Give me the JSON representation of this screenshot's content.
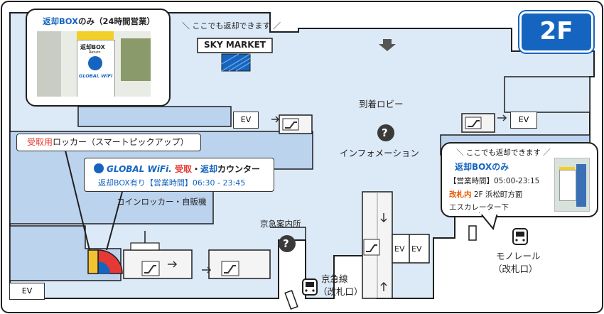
{
  "floor_badge": "2F",
  "sky_market": {
    "label": "SKY MARKET",
    "note": "＼ ここでも返却できます ／"
  },
  "top_left_bubble": {
    "title_blue": "返却BOX",
    "title_rest": "のみ（24時間営業）",
    "photo": {
      "box_label": "返却BOX",
      "box_sublabel": "Return",
      "box_brand": "GLOBAL WiFi"
    }
  },
  "locker_label": {
    "red": "受取用",
    "rest": "ロッカー（スマートピックアップ）"
  },
  "counter_label": {
    "brand": "GLOBAL WiFi.",
    "red": "受取",
    "dot": "・",
    "blue": "返却",
    "rest": "カウンター",
    "line2": "返却BOX有り【営業時間】06:30 - 23:45"
  },
  "right_bubble": {
    "note": "＼ ここでも返却できます ／",
    "title": "返却BOXのみ",
    "hours": "【営業時間】05:00-23:15",
    "location_red": "改札内",
    "location_rest": " 2F 浜松町方面",
    "escalator": "エスカレーター下"
  },
  "places": {
    "arrival_lobby": "到着ロビー",
    "information": "インフォメーション",
    "coin_locker": "コインロッカー・自販機",
    "keikyu_info": "京急案内所",
    "keikyu_line": "京急線",
    "keikyu_gate": "（改札口）",
    "monorail": "モノレール",
    "monorail_gate": "（改札口）"
  },
  "ev_labels": [
    "EV",
    "EV",
    "EV",
    "EV",
    "EV"
  ],
  "colors": {
    "floor": "#dce9f7",
    "wall": "#1f1f1f",
    "room": "#bcd3ee",
    "badge": "#1565c0",
    "accent_blue": "#1565c0",
    "accent_red": "#e53935",
    "accent_orange": "#e65c00"
  }
}
